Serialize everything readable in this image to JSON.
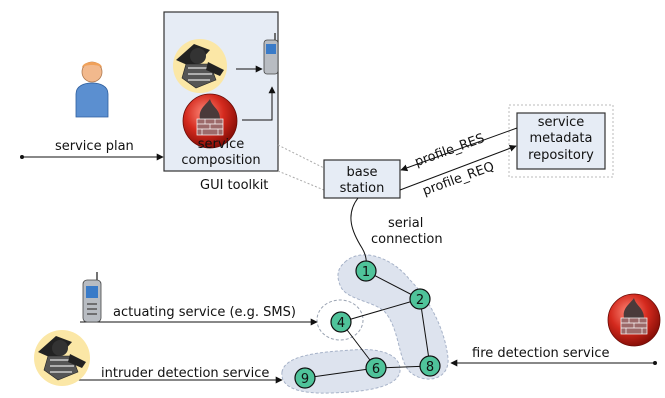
{
  "labels": {
    "service_plan": "service plan",
    "service_composition_line1": "service",
    "service_composition_line2": "composition",
    "gui_toolkit": "GUI toolkit",
    "base_station_line1": "base",
    "base_station_line2": "station",
    "profile_res": "profile_RES",
    "profile_req": "profile_REQ",
    "repository_line1": "service",
    "repository_line2": "metadata",
    "repository_line3": "repository",
    "serial_line1": "serial",
    "serial_line2": "connection",
    "actuating_service": "actuating service (e.g. SMS)",
    "intruder_detection": "intruder detection service",
    "fire_detection": "fire detection service"
  },
  "nodes": [
    "1",
    "2",
    "4",
    "6",
    "8",
    "9"
  ],
  "colors": {
    "gui_box": "#e6ecf5",
    "base_box": "#e6ecf5",
    "node_fill": "#4fc39a",
    "cluster_fill": "#dde3ee",
    "firewall_red": "#d42a1e",
    "person_blue": "#5b8fd0"
  },
  "icons": [
    "person-icon",
    "burglar-icon",
    "mobile-phone-icon",
    "firewall-icon"
  ]
}
